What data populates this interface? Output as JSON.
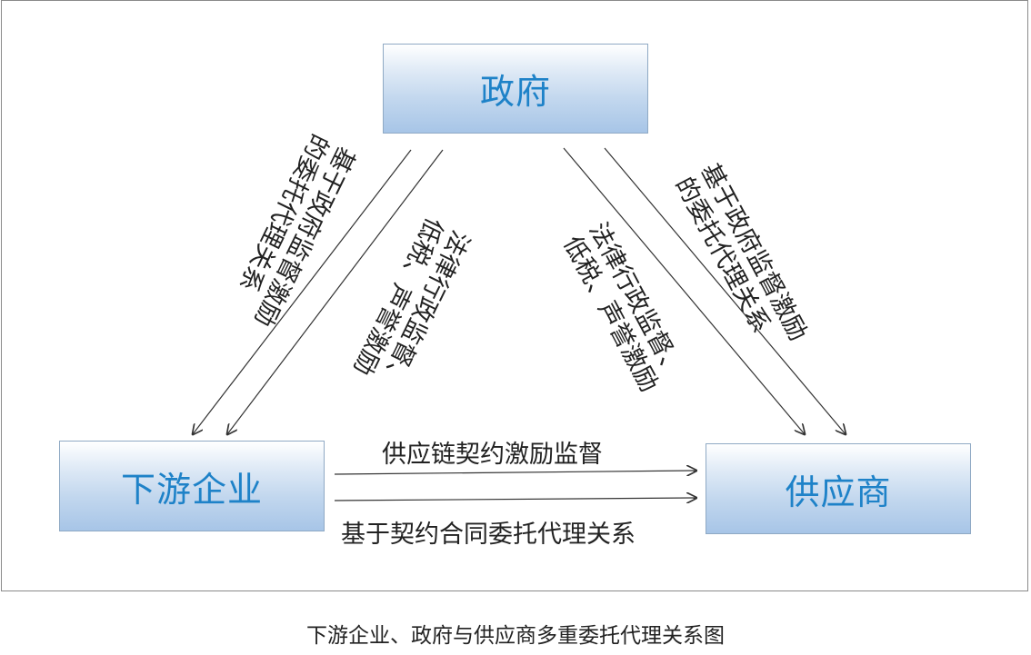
{
  "nodes": {
    "government": "政府",
    "downstream": "下游企业",
    "supplier": "供应商"
  },
  "edges": {
    "gov_to_down_outer": [
      "基于政府监督激励",
      "的委托代理关系"
    ],
    "gov_to_down_inner": [
      "法律行政监督、",
      "低税、声誉激励"
    ],
    "gov_to_sup_inner": [
      "法律行政监督、",
      "低税、声誉激励"
    ],
    "gov_to_sup_outer": [
      "基于政府监督激励",
      "的委托代理关系"
    ],
    "down_to_sup_top": "供应链契约激励监督",
    "down_to_sup_bottom": "基于契约合同委托代理关系"
  },
  "caption": "下游企业、政府与供应商多重委托代理关系图"
}
